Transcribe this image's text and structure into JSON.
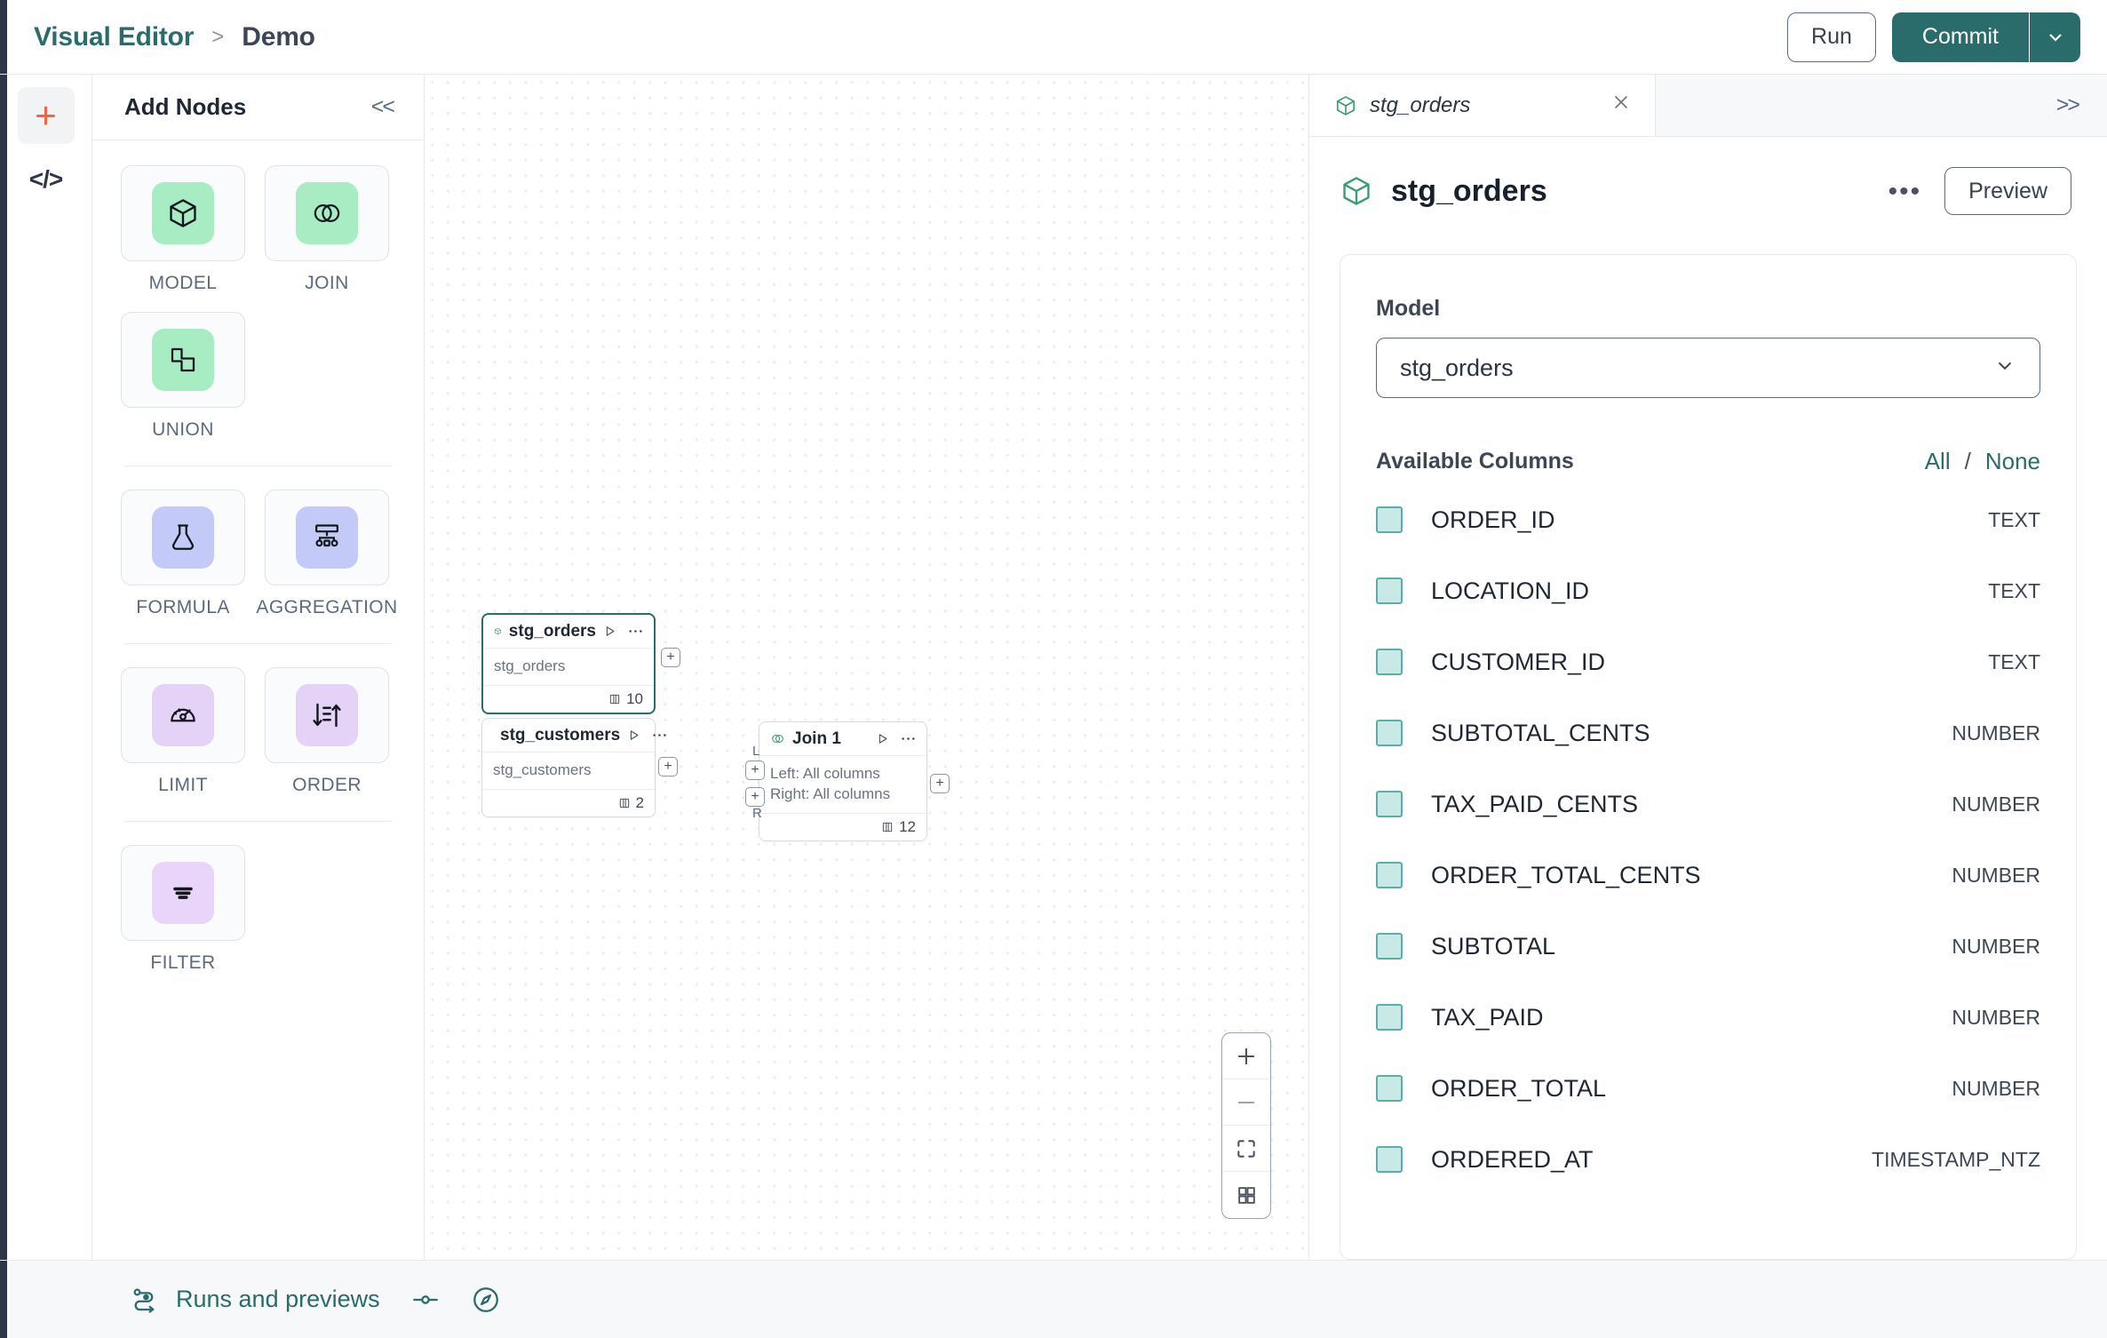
{
  "topbar": {
    "breadcrumb": {
      "root": "Visual Editor",
      "separator": ">",
      "current": "Demo"
    },
    "run_label": "Run",
    "commit_label": "Commit",
    "commit_caret_icon": "chevron-down-icon"
  },
  "rail": {
    "items": [
      {
        "name": "add-node-rail-button",
        "icon": "plus-icon",
        "active": true
      },
      {
        "name": "code-view-rail-button",
        "icon": "code-icon",
        "active": false
      }
    ]
  },
  "nodes_panel": {
    "title": "Add Nodes",
    "collapse_icon": "<<",
    "groups": [
      {
        "items": [
          {
            "label": "MODEL",
            "icon": "cube-icon",
            "chip_color": "#a8ecc4"
          },
          {
            "label": "JOIN",
            "icon": "venn-circles-icon",
            "chip_color": "#a8ecc4"
          },
          {
            "label": "UNION",
            "icon": "union-shapes-icon",
            "chip_color": "#a8ecc4"
          }
        ]
      },
      {
        "items": [
          {
            "label": "FORMULA",
            "icon": "flask-icon",
            "chip_color": "#c3caf7"
          },
          {
            "label": "AGGREGATION",
            "icon": "aggregation-tree-icon",
            "chip_color": "#c3caf7"
          }
        ]
      },
      {
        "items": [
          {
            "label": "LIMIT",
            "icon": "gauge-icon",
            "chip_color": "#e4d2f7"
          },
          {
            "label": "ORDER",
            "icon": "sort-icon",
            "chip_color": "#e4d2f7"
          }
        ]
      },
      {
        "items": [
          {
            "label": "FILTER",
            "icon": "filter-icon",
            "chip_color": "#e9d5fa"
          }
        ]
      }
    ]
  },
  "canvas": {
    "nodes": [
      {
        "id": "stg_orders",
        "title": "stg_orders",
        "icon": "cube-icon",
        "body_lines": [
          "stg_orders"
        ],
        "column_count": "10",
        "selected": true,
        "run_icon": "play-icon",
        "menu_icon": "more-icon",
        "columns_icon": "columns-icon"
      },
      {
        "id": "stg_customers",
        "title": "stg_customers",
        "icon": "cube-icon",
        "body_lines": [
          "stg_customers"
        ],
        "column_count": "2",
        "selected": false,
        "run_icon": "play-icon",
        "menu_icon": "more-icon",
        "columns_icon": "columns-icon"
      },
      {
        "id": "join_1",
        "title": "Join 1",
        "icon": "venn-circles-icon",
        "body_lines": [
          "Left: All columns",
          "Right: All columns"
        ],
        "column_count": "12",
        "selected": false,
        "run_icon": "play-icon",
        "menu_icon": "more-icon",
        "columns_icon": "columns-icon",
        "input_handles": [
          "L",
          "R"
        ]
      }
    ],
    "zoom_controls": [
      {
        "name": "zoom-in-button",
        "icon": "plus-icon"
      },
      {
        "name": "zoom-out-button",
        "icon": "minus-icon"
      },
      {
        "name": "fit-view-button",
        "icon": "fit-screen-icon"
      },
      {
        "name": "toggle-grid-button",
        "icon": "grid-icon"
      }
    ]
  },
  "right_panel": {
    "tab": {
      "label": "stg_orders",
      "icon": "cube-icon",
      "close_icon": "close-icon"
    },
    "expand_icon": ">>",
    "title": "stg_orders",
    "title_icon": "cube-icon",
    "menu_icon": "more-icon",
    "preview_label": "Preview",
    "model_field_label": "Model",
    "model_value": "stg_orders",
    "model_caret_icon": "chevron-down-icon",
    "columns_header": "Available Columns",
    "select_all_label": "All",
    "select_divider": "/",
    "select_none_label": "None",
    "columns": [
      {
        "name": "ORDER_ID",
        "type": "TEXT",
        "checked": true
      },
      {
        "name": "LOCATION_ID",
        "type": "TEXT",
        "checked": true
      },
      {
        "name": "CUSTOMER_ID",
        "type": "TEXT",
        "checked": true
      },
      {
        "name": "SUBTOTAL_CENTS",
        "type": "NUMBER",
        "checked": true
      },
      {
        "name": "TAX_PAID_CENTS",
        "type": "NUMBER",
        "checked": true
      },
      {
        "name": "ORDER_TOTAL_CENTS",
        "type": "NUMBER",
        "checked": true
      },
      {
        "name": "SUBTOTAL",
        "type": "NUMBER",
        "checked": true
      },
      {
        "name": "TAX_PAID",
        "type": "NUMBER",
        "checked": true
      },
      {
        "name": "ORDER_TOTAL",
        "type": "NUMBER",
        "checked": true
      },
      {
        "name": "ORDERED_AT",
        "type": "TIMESTAMP_NTZ",
        "checked": true
      }
    ]
  },
  "bottombar": {
    "runs_label": "Runs and previews",
    "runs_icon": "pipeline-icon",
    "toggle_icon": "slider-toggle-icon",
    "compass_icon": "compass-icon"
  },
  "colors": {
    "accent_teal": "#2a6b6b",
    "accent_orange": "#f06543",
    "green_chip": "#a8ecc4",
    "blue_chip": "#c3caf7",
    "purple_chip": "#e4d2f7",
    "checkbox_fill": "#c8e9e5",
    "checkbox_border": "#5aada8"
  }
}
